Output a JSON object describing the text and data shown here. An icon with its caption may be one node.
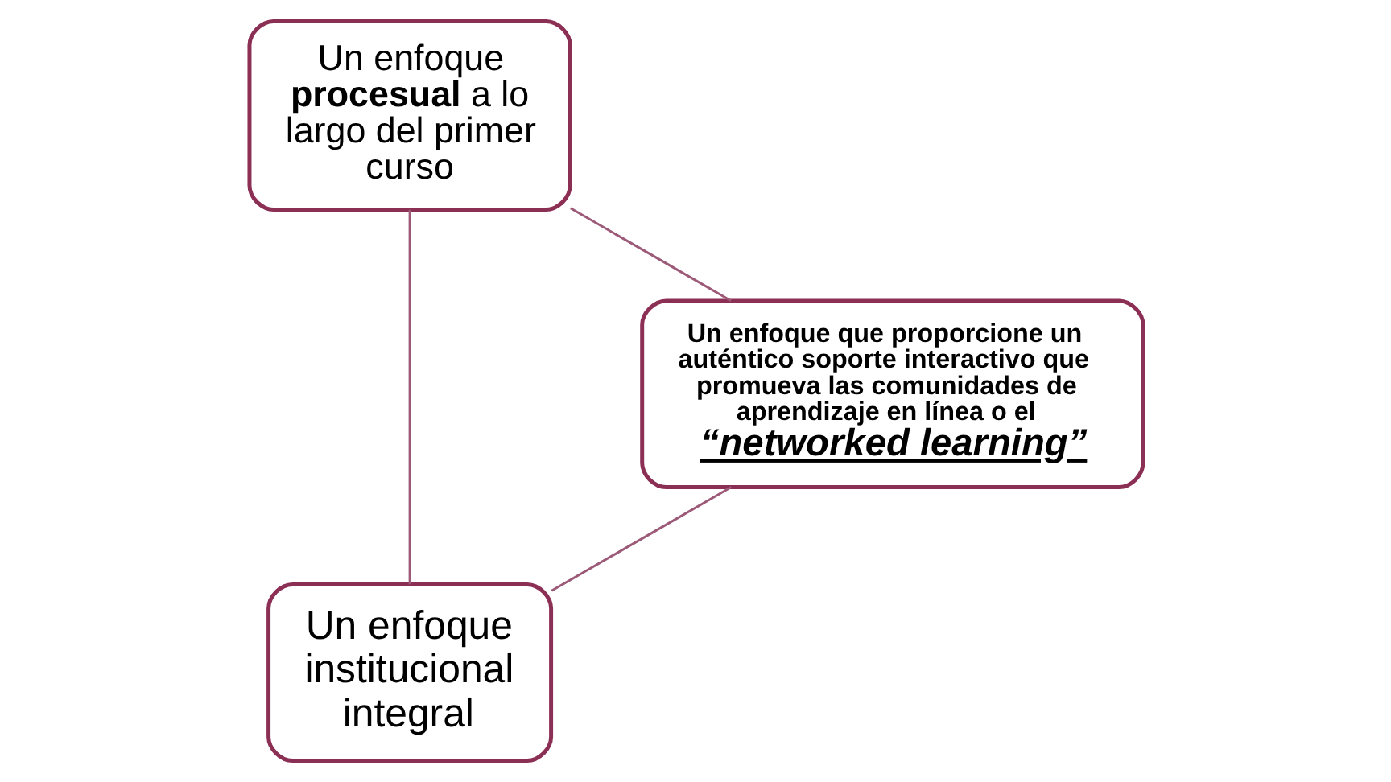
{
  "diagram": {
    "nodes": [
      {
        "text": [
          "Un enfoque institucional integral"
        ]
      },
      {
        "text": [
          "Un enfoque que proporcione un auténtico soporte interactivo que promueva las comunidades de aprendizaje en línea o el",
          "“networked learning”"
        ]
      },
      {
        "text": [
          "Un enfoque **procesual** a lo largo del primer curso"
        ]
      }
    ],
    "edges": [
      {
        "from": 0,
        "to": 2,
        "arrow": "none"
      },
      {
        "from": 2,
        "to": 1,
        "arrow": "none"
      },
      {
        "from": 1,
        "to": 0,
        "arrow": "none"
      }
    ]
  }
}
